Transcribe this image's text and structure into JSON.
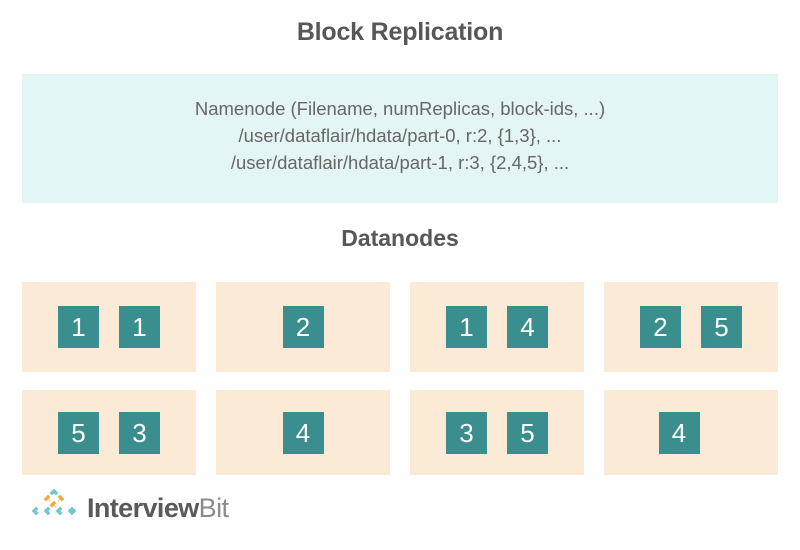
{
  "title": "Block Replication",
  "namenode": {
    "lines": [
      "Namenode (Filename, numReplicas, block-ids, ...)",
      "/user/dataflair/hdata/part-0, r:2, {1,3}, ...",
      "/user/dataflair/hdata/part-1, r:3, {2,4,5}, ..."
    ]
  },
  "datanodes": {
    "heading": "Datanodes",
    "rows": [
      {
        "panels": [
          {
            "blocks": [
              "1",
              "1"
            ]
          },
          {
            "blocks": [
              "2"
            ]
          },
          {
            "blocks": [
              "1",
              "4"
            ]
          },
          {
            "blocks": [
              "2",
              "5"
            ]
          }
        ]
      },
      {
        "panels": [
          {
            "blocks": [
              "5",
              "3"
            ]
          },
          {
            "blocks": [
              "4"
            ]
          },
          {
            "blocks": [
              "3",
              "5"
            ]
          },
          {
            "blocks": [
              "4"
            ]
          }
        ]
      }
    ]
  },
  "footer": {
    "logo_primary": "Interview",
    "logo_secondary": "Bit",
    "logo_mark_name": "interviewbit-diamond-logo"
  },
  "colors": {
    "title_text": "#575757",
    "namenode_background": "#e3f5f4",
    "namenode_text": "#676767",
    "datanode_panel": "#fbead6",
    "block_fill": "#3b8e8e",
    "block_text": "#ffffff",
    "logo_teal": "#6ec6ce",
    "logo_orange": "#f0a943",
    "logo_white": "#ffffff",
    "page_background": "#ffffff"
  }
}
